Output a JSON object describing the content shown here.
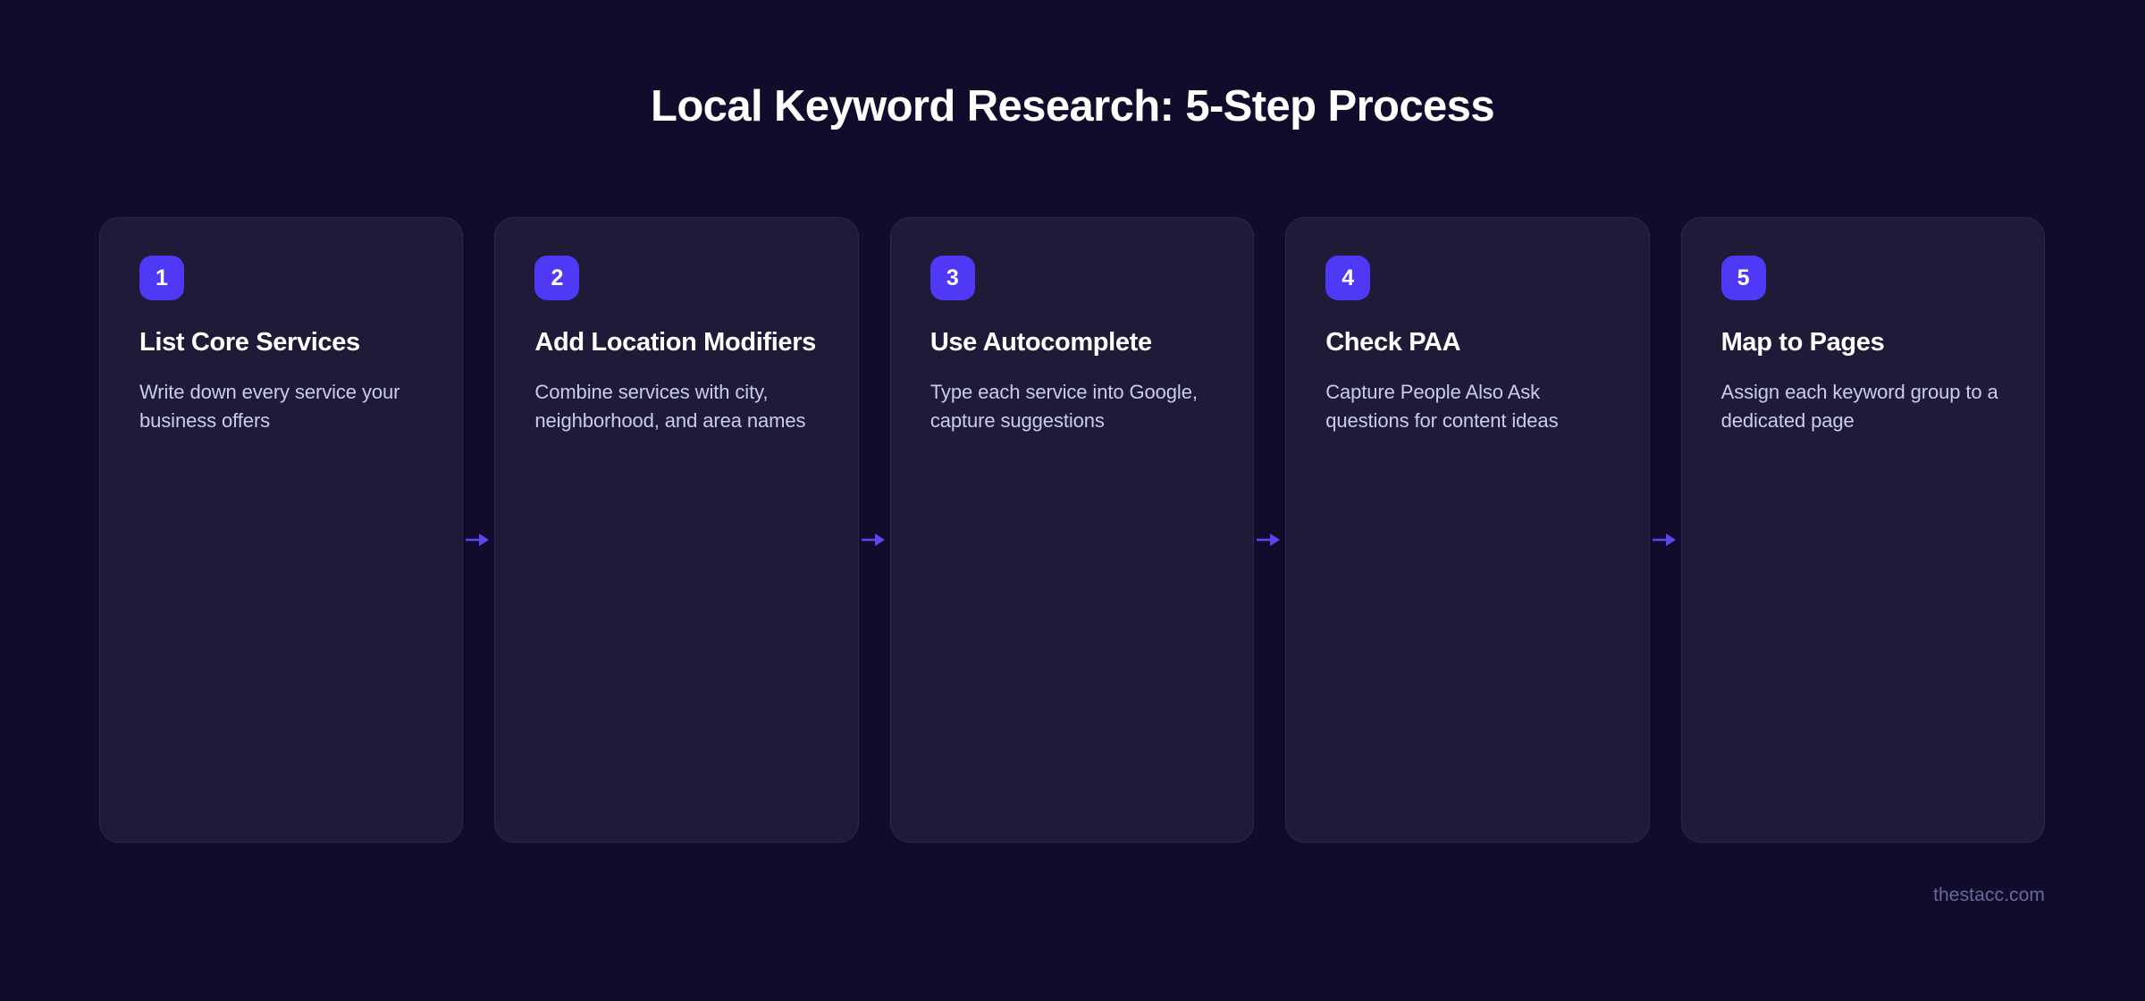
{
  "page": {
    "title": "Local Keyword Research: 5-Step Process",
    "watermark": "thestacc.com",
    "background_color": "#120B2B",
    "card_background_color": "#1E1A38",
    "card_border_color": "#2C2750",
    "accent_color": "#4F39F6",
    "arrow_color": "#5B46F5",
    "title_color": "#FFFFFF",
    "body_text_color": "#C9CDEB",
    "watermark_color": "#666C9A"
  },
  "steps": [
    {
      "number": "1",
      "title": "List Core Services",
      "description": "Write down every service your business offers",
      "arrow_icon": "arrow-right-icon"
    },
    {
      "number": "2",
      "title": "Add Location Modifiers",
      "description": "Combine services with city, neighborhood, and area names",
      "arrow_icon": "arrow-right-icon"
    },
    {
      "number": "3",
      "title": "Use Autocomplete",
      "description": "Type each service into Google, capture suggestions",
      "arrow_icon": "arrow-right-icon"
    },
    {
      "number": "4",
      "title": "Check PAA",
      "description": "Capture People Also Ask questions for content ideas",
      "arrow_icon": "arrow-right-icon"
    },
    {
      "number": "5",
      "title": "Map to Pages",
      "description": "Assign each keyword group to a dedicated page",
      "arrow_icon": ""
    }
  ]
}
